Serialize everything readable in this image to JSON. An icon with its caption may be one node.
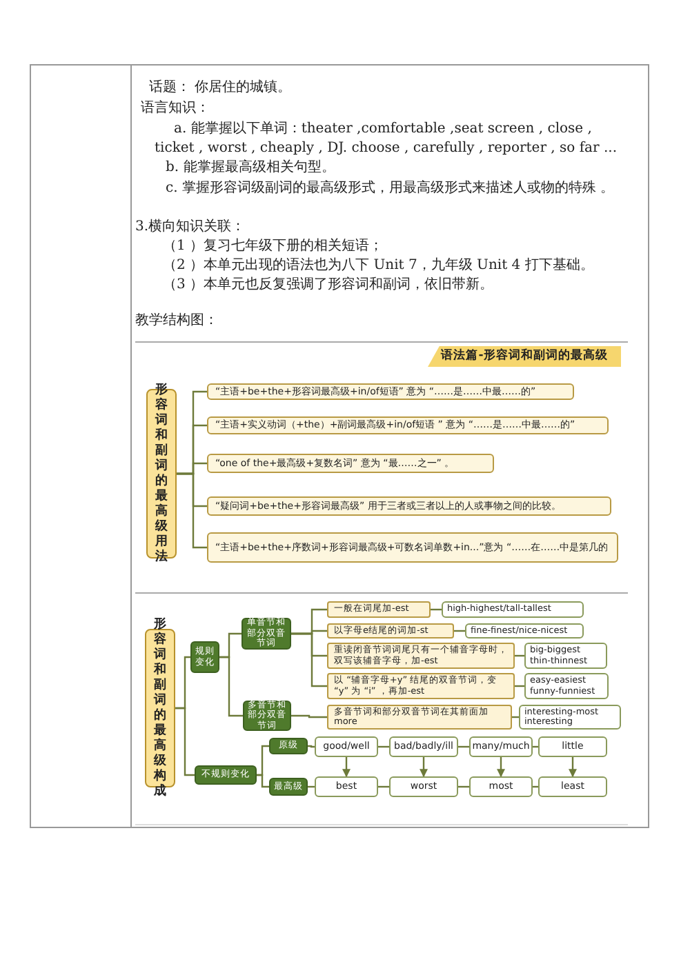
{
  "diagram": {
    "nodes": [
      {
        "text": [
          "语法篇-形容词和副词的最高级"
        ]
      },
      {
        "text": [
          "形容词和副词的最高级用法"
        ]
      },
      {
        "text": [
          "“主语+be+the+形容词最高级+in/of短语” 意为 “……是……中最……的”"
        ]
      },
      {
        "text": [
          "“主语+实义动词（+the）+副词最高级+in/of短语 ” 意为 “……是……中最……的”"
        ]
      },
      {
        "text": [
          "“one of the+最高级+复数名词” 意为 “最……之一” 。"
        ]
      },
      {
        "text": [
          "“疑问词+be+the+形容词最高级” 用于三者或三者以上的人或事物之间的比较。"
        ]
      },
      {
        "text": [
          "“主语+be+the+序数词+形容词最高级+可数名词单数+in...”意为 “……在……中是第几的"
        ]
      },
      {
        "text": [
          "形容词和副词的最高级构成"
        ]
      },
      {
        "text": [
          "规则变化"
        ]
      },
      {
        "text": [
          "不规则变化"
        ]
      },
      {
        "text": [
          "单音节和部分双音节词"
        ]
      },
      {
        "text": [
          "多音节和部分双音节词"
        ]
      },
      {
        "text": [
          "一般在词尾加-est"
        ]
      },
      {
        "text": [
          "high-highest/tall-tallest"
        ]
      },
      {
        "text": [
          "以字母e结尾的词加-st"
        ]
      },
      {
        "text": [
          "fine-finest/nice-nicest"
        ]
      },
      {
        "text": [
          "重读闭音节词词尾只有一个辅音字母时，双写该辅音字母，加-est"
        ]
      },
      {
        "text": [
          "big-biggest thin-thinnest"
        ]
      },
      {
        "text": [
          "以 “辅音字母+y” 结尾的双音节词，变 “y” 为 “i” ，再加-est"
        ]
      },
      {
        "text": [
          "easy-easiest funny-funniest"
        ]
      },
      {
        "text": [
          "多音节词和部分双音节词在其前面加more"
        ]
      },
      {
        "text": [
          "interesting-most interesting"
        ]
      },
      {
        "text": [
          "原级"
        ]
      },
      {
        "text": [
          "最高级"
        ]
      },
      {
        "text": [
          "good/well"
        ]
      },
      {
        "text": [
          "bad/badly/ill"
        ]
      },
      {
        "text": [
          "many/much"
        ]
      },
      {
        "text": [
          "little"
        ]
      },
      {
        "text": [
          "best"
        ]
      },
      {
        "text": [
          "worst"
        ]
      },
      {
        "text": [
          "most"
        ]
      },
      {
        "text": [
          "least"
        ]
      }
    ],
    "edges": [
      {
        "from": 1,
        "to": 2,
        "arrow": "none"
      },
      {
        "from": 1,
        "to": 3,
        "arrow": "none"
      },
      {
        "from": 1,
        "to": 4,
        "arrow": "none"
      },
      {
        "from": 1,
        "to": 5,
        "arrow": "none"
      },
      {
        "from": 1,
        "to": 6,
        "arrow": "none"
      },
      {
        "from": 7,
        "to": 8,
        "arrow": "none"
      },
      {
        "from": 7,
        "to": 9,
        "arrow": "none"
      },
      {
        "from": 8,
        "to": 10,
        "arrow": "none"
      },
      {
        "from": 8,
        "to": 11,
        "arrow": "none"
      },
      {
        "from": 10,
        "to": 12,
        "arrow": "none"
      },
      {
        "from": 10,
        "to": 14,
        "arrow": "none"
      },
      {
        "from": 10,
        "to": 16,
        "arrow": "none"
      },
      {
        "from": 10,
        "to": 18,
        "arrow": "none"
      },
      {
        "from": 12,
        "to": 13,
        "arrow": "none"
      },
      {
        "from": 14,
        "to": 15,
        "arrow": "none"
      },
      {
        "from": 16,
        "to": 17,
        "arrow": "none"
      },
      {
        "from": 18,
        "to": 19,
        "arrow": "none"
      },
      {
        "from": 11,
        "to": 20,
        "arrow": "none"
      },
      {
        "from": 20,
        "to": 21,
        "arrow": "none"
      },
      {
        "from": 9,
        "to": 22,
        "arrow": "none"
      },
      {
        "from": 9,
        "to": 23,
        "arrow": "none"
      },
      {
        "from": 22,
        "to": 24,
        "arrow": "none"
      },
      {
        "from": 24,
        "to": 25,
        "arrow": "none"
      },
      {
        "from": 25,
        "to": 26,
        "arrow": "none"
      },
      {
        "from": 26,
        "to": 27,
        "arrow": "none"
      },
      {
        "from": 23,
        "to": 28,
        "arrow": "none"
      },
      {
        "from": 28,
        "to": 29,
        "arrow": "none"
      },
      {
        "from": 29,
        "to": 30,
        "arrow": "none"
      },
      {
        "from": 30,
        "to": 31,
        "arrow": "none"
      },
      {
        "from": 24,
        "to": 28,
        "arrow": "to"
      },
      {
        "from": 25,
        "to": 29,
        "arrow": "to"
      },
      {
        "from": 26,
        "to": 30,
        "arrow": "to"
      },
      {
        "from": 27,
        "to": 31,
        "arrow": "to"
      }
    ],
    "labels": [
      "话题： 你居住的城镇。",
      "语言知识：",
      "a. 能掌握以下单词：theater ,comfortable ,seat screen , close , ticket , worst , cheaply , DJ. choose , carefully , reporter , so far ...",
      "b. 能掌握最高级相关句型。",
      "c. 掌握形容词级副词的最高级形式，用最高级形式来描述人或物的特殊 。",
      "3.横向知识关联：",
      "（1 ）复习七年级下册的相关短语；",
      "（2 ）本单元出现的语法也为八下 Unit 7，九年级 Unit 4 打下基础。",
      "（3 ）本单元也反复强调了形容词和副词，依旧带新。",
      "教学结构图："
    ]
  }
}
